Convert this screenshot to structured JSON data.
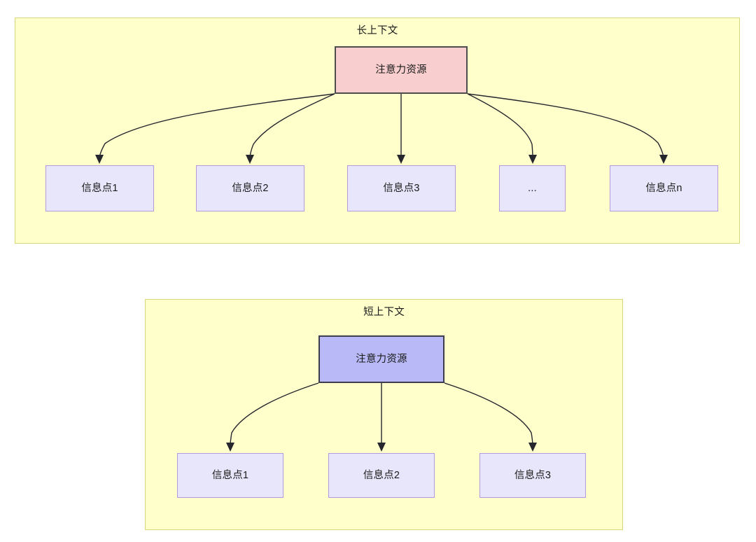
{
  "diagram": {
    "title_long": "长上下文",
    "title_short": "短上下文",
    "colors": {
      "container_fill": "#ffffcc",
      "container_border": "#d6d67a",
      "attention_long_fill": "#f8cece",
      "attention_long_border": "#4d4d4d",
      "attention_short_fill": "#b9b9f7",
      "attention_short_border": "#3d3d4d",
      "info_fill": "#e8e6fb",
      "info_border": "#b59ae0",
      "edge": "#26262e",
      "text": "#1a1a1a"
    }
  },
  "long_context": {
    "container_label": "长上下文",
    "attention_node": "注意力资源",
    "info_nodes": [
      {
        "label": "信息点1"
      },
      {
        "label": "信息点2"
      },
      {
        "label": "信息点3"
      },
      {
        "label": "..."
      },
      {
        "label": "信息点n"
      }
    ]
  },
  "short_context": {
    "container_label": "短上下文",
    "attention_node": "注意力资源",
    "info_nodes": [
      {
        "label": "信息点1"
      },
      {
        "label": "信息点2"
      },
      {
        "label": "信息点3"
      }
    ]
  }
}
